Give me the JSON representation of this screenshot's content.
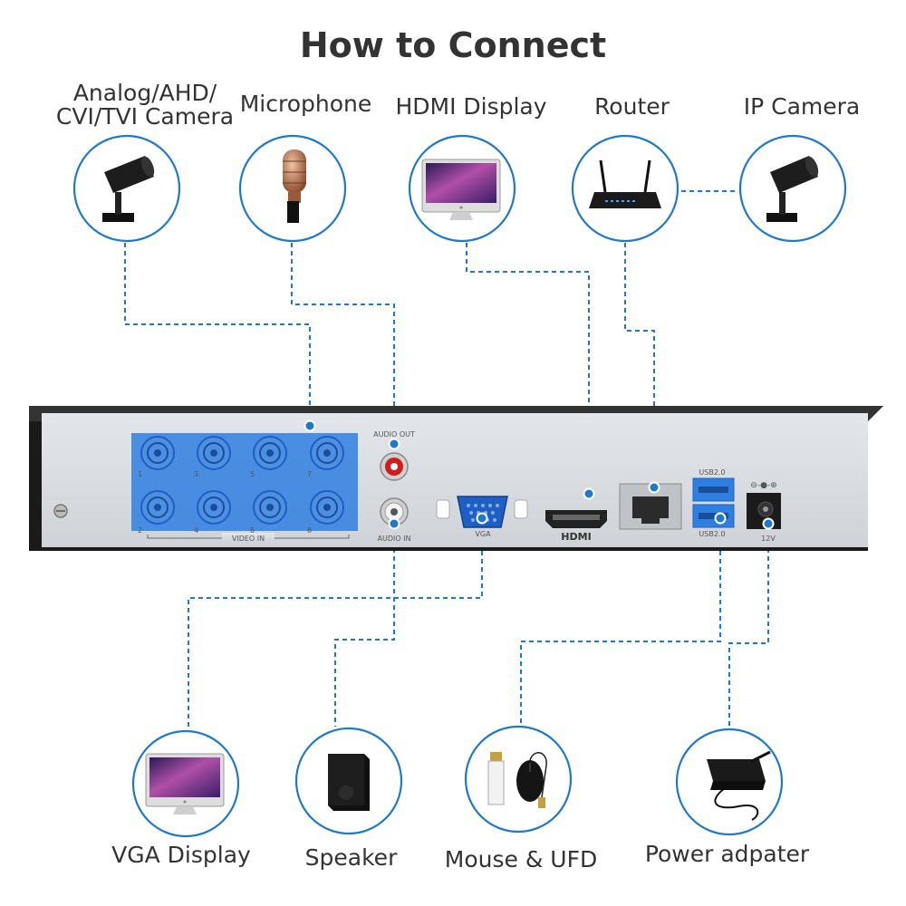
{
  "title": "How to Connect",
  "top_devices": [
    {
      "label_line1": "Analog/AHD/",
      "label_line2": "CVI/TVI Camera",
      "icon": "analog-camera-icon"
    },
    {
      "label": "Microphone",
      "icon": "microphone-icon"
    },
    {
      "label": "HDMI Display",
      "icon": "monitor-icon"
    },
    {
      "label": "Router",
      "icon": "router-icon"
    },
    {
      "label": "IP Camera",
      "icon": "ip-camera-icon"
    }
  ],
  "bottom_devices": [
    {
      "label": "VGA Display",
      "icon": "monitor-icon"
    },
    {
      "label": "Speaker",
      "icon": "speaker-icon"
    },
    {
      "label": "Mouse & UFD",
      "icon": "mouse-usb-icon"
    },
    {
      "label": "Power adpater",
      "icon": "power-adapter-icon"
    }
  ],
  "panel": {
    "audio_out": "AUDIO OUT",
    "audio_in": "AUDIO IN",
    "video_in": "VIDEO IN",
    "vga": "VGA",
    "hdmi": "HDMI",
    "usb_top": "USB2.0",
    "usb_bottom": "USB2.0",
    "power": "12V",
    "bnc_numbers_top": [
      "1",
      "3",
      "5",
      "7"
    ],
    "bnc_numbers_bottom": [
      "2",
      "4",
      "6",
      "8"
    ]
  },
  "colors": {
    "accent": "#1f78c8",
    "highlight": "#2f7fe0",
    "panel": "#d9dde2",
    "frame": "#1a1a1a"
  }
}
